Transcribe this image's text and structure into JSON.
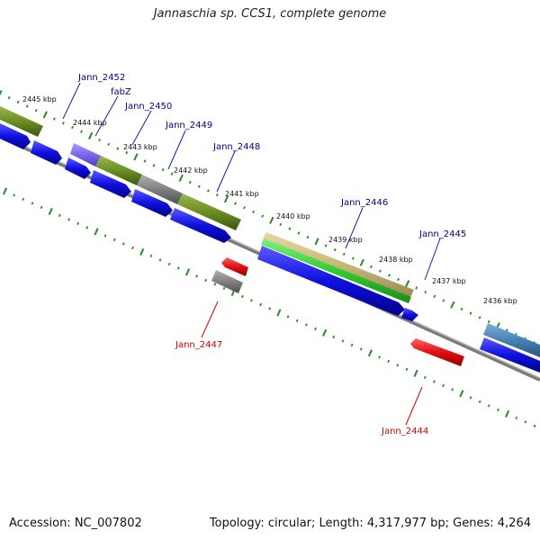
{
  "title": "Jannaschia sp. CCS1, complete genome",
  "footer": {
    "accession": "Accession: NC_007802",
    "summary": "Topology: circular; Length: 4,317,977 bp; Genes: 4,264"
  },
  "ticks": [
    {
      "id": "t2445",
      "label": "2445 kbp"
    },
    {
      "id": "t2444",
      "label": "2444 kbp"
    },
    {
      "id": "t2443",
      "label": "2443 kbp"
    },
    {
      "id": "t2442",
      "label": "2442 kbp"
    },
    {
      "id": "t2441",
      "label": "2441 kbp"
    },
    {
      "id": "t2440",
      "label": "2440 kbp"
    },
    {
      "id": "t2439",
      "label": "2439 kbp"
    },
    {
      "id": "t2438",
      "label": "2438 kbp"
    },
    {
      "id": "t2437",
      "label": "2437 kbp"
    },
    {
      "id": "t2436",
      "label": "2436 kbp"
    }
  ],
  "genes": [
    {
      "id": "g2452",
      "label": "Jann_2452",
      "color": "#00008b"
    },
    {
      "id": "gfabz",
      "label": "fabZ",
      "color": "#00008b"
    },
    {
      "id": "g2450",
      "label": "Jann_2450",
      "color": "#00008b"
    },
    {
      "id": "g2449",
      "label": "Jann_2449",
      "color": "#00008b"
    },
    {
      "id": "g2448",
      "label": "Jann_2448",
      "color": "#00008b"
    },
    {
      "id": "g2446",
      "label": "Jann_2446",
      "color": "#00008b"
    },
    {
      "id": "g2445",
      "label": "Jann_2445",
      "color": "#00008b"
    },
    {
      "id": "g2447",
      "label": "Jann_2447",
      "color": "#cc0000"
    },
    {
      "id": "g2444",
      "label": "Jann_2444",
      "color": "#cc0000"
    }
  ],
  "colors": {
    "cds_forward": "#1010e0",
    "cds_reverse": "#e01010",
    "feature_olive": "#6b8e23",
    "feature_gray": "#808080",
    "feature_purple": "#7b68ee",
    "feature_tan": "#c8b878",
    "feature_green": "#32cd32",
    "feature_steel": "#4682b4",
    "tick_color": "#228b22",
    "backbone": "#808080"
  }
}
